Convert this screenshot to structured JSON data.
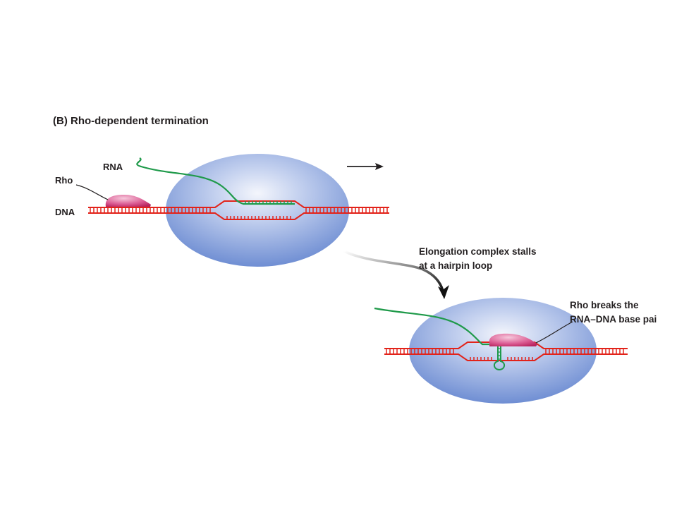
{
  "figure": {
    "title": "(B) Rho-dependent termination"
  },
  "labels": {
    "rna": "RNA",
    "rho": "Rho",
    "dna": "DNA",
    "stall_line1": "Elongation complex stalls",
    "stall_line2": "at a hairpin loop",
    "rho_break_line1": "Rho breaks the",
    "rho_break_line2": "RNA–DNA base pai"
  },
  "colors": {
    "dna": "#e2231a",
    "rna": "#1f9a4a",
    "rho": "#d63a7c",
    "polymerase": "#8aa4dc",
    "text": "#231f20"
  }
}
